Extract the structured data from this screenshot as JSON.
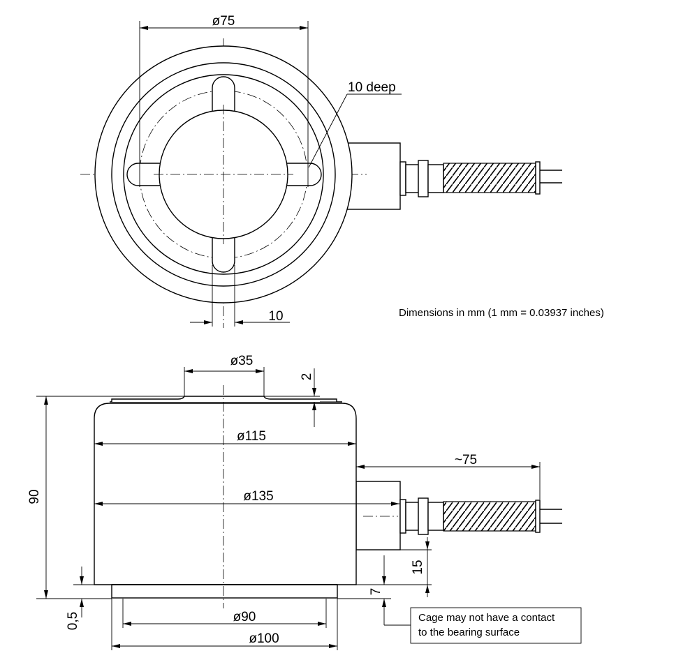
{
  "top_view": {
    "dim_bolt_circle": "ø75",
    "dim_slot_depth": "10 deep",
    "dim_slot_width": "10"
  },
  "units_note": "Dimensions in mm (1 mm = 0.03937 inches)",
  "side_view": {
    "dim_top_boss": "ø35",
    "dim_boss_height": "2",
    "dim_upper_dia": "ø115",
    "dim_outer_dia": "ø135",
    "dim_total_height": "90",
    "dim_cable_length": "~75",
    "dim_cable_height": "15",
    "dim_base_height": "7",
    "dim_gap": "0,5",
    "dim_base_inner": "ø90",
    "dim_base_outer": "ø100"
  },
  "callout": {
    "line1": "Cage may not have a contact",
    "line2": "to the bearing surface"
  }
}
